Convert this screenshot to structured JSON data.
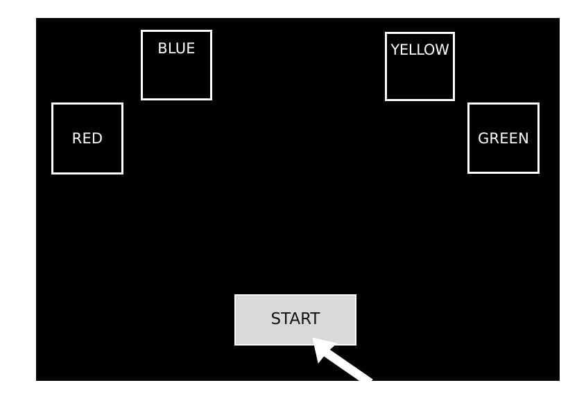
{
  "targets": {
    "blue": {
      "label": "BLUE"
    },
    "yellow": {
      "label": "YELLOW"
    },
    "red": {
      "label": "RED"
    },
    "green": {
      "label": "GREEN"
    }
  },
  "start_button": {
    "label": "START"
  },
  "cursor": {
    "icon": "arrow-pointer-icon",
    "color": "#ffffff"
  },
  "colors": {
    "stage_background": "#000000",
    "target_border": "#ffffff",
    "start_background": "#d9d9d9"
  }
}
